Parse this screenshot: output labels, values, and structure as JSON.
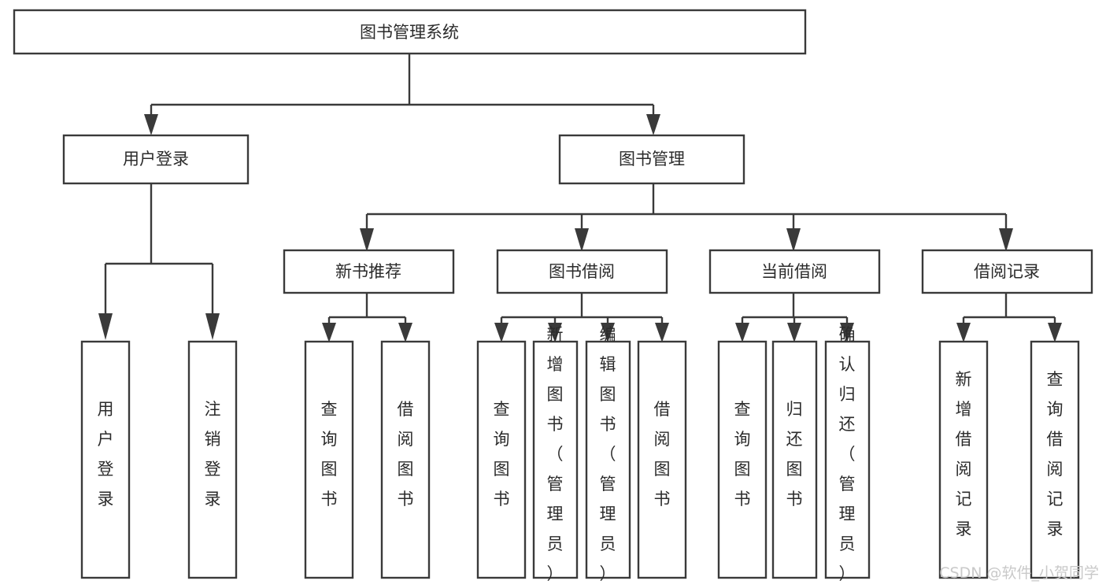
{
  "diagram": {
    "title": "图书管理系统",
    "type": "tree",
    "orientation": "top-down",
    "root": {
      "id": "root",
      "label": "图书管理系统",
      "text_direction": "horizontal"
    },
    "level2": [
      {
        "id": "user-login",
        "label": "用户登录",
        "text_direction": "horizontal",
        "children": [
          {
            "id": "user-login-do",
            "label": "用户登录",
            "text_direction": "vertical"
          },
          {
            "id": "user-logout",
            "label": "注销登录",
            "text_direction": "vertical"
          }
        ]
      },
      {
        "id": "book-management",
        "label": "图书管理",
        "text_direction": "horizontal",
        "children": [
          {
            "id": "new-book-recommend",
            "label": "新书推荐",
            "text_direction": "horizontal",
            "children": [
              {
                "id": "query-book-1",
                "label": "查询图书",
                "text_direction": "vertical"
              },
              {
                "id": "borrow-book-1",
                "label": "借阅图书",
                "text_direction": "vertical"
              }
            ]
          },
          {
            "id": "book-borrow",
            "label": "图书借阅",
            "text_direction": "horizontal",
            "children": [
              {
                "id": "query-book-2",
                "label": "查询图书",
                "text_direction": "vertical"
              },
              {
                "id": "add-book",
                "label": "新增图书（管理员）",
                "text_direction": "vertical"
              },
              {
                "id": "edit-book",
                "label": "编辑图书（管理员）",
                "text_direction": "vertical"
              },
              {
                "id": "borrow-book-2",
                "label": "借阅图书",
                "text_direction": "vertical"
              }
            ]
          },
          {
            "id": "current-borrow",
            "label": "当前借阅",
            "text_direction": "horizontal",
            "children": [
              {
                "id": "query-book-3",
                "label": "查询图书",
                "text_direction": "vertical"
              },
              {
                "id": "return-book",
                "label": "归还图书",
                "text_direction": "vertical"
              },
              {
                "id": "confirm-return",
                "label": "确认归还（管理员）",
                "text_direction": "vertical"
              }
            ]
          },
          {
            "id": "borrow-record",
            "label": "借阅记录",
            "text_direction": "horizontal",
            "children": [
              {
                "id": "add-record",
                "label": "新增借阅记录",
                "text_direction": "vertical"
              },
              {
                "id": "query-record",
                "label": "查询借阅记录",
                "text_direction": "vertical"
              }
            ]
          }
        ]
      }
    ]
  },
  "labels": {
    "root": "图书管理系统",
    "user_login": "用户登录",
    "book_management": "图书管理",
    "new_book_recommend": "新书推荐",
    "book_borrow": "图书借阅",
    "current_borrow": "当前借阅",
    "borrow_record": "借阅记录",
    "leaf_user_login": "用户登录",
    "leaf_user_logout": "注销登录",
    "leaf_query_book_1": "查询图书",
    "leaf_borrow_book_1": "借阅图书",
    "leaf_query_book_2": "查询图书",
    "leaf_add_book": "新增图书（管理员）",
    "leaf_edit_book": "编辑图书（管理员）",
    "leaf_borrow_book_2": "借阅图书",
    "leaf_query_book_3": "查询图书",
    "leaf_return_book": "归还图书",
    "leaf_confirm_return": "确认归还（管理员）",
    "leaf_add_record": "新增借阅记录",
    "leaf_query_record": "查询借阅记录"
  },
  "watermark": {
    "text": "CSDN @软件_小贺同学"
  },
  "colors": {
    "background": "#ffffff",
    "box_fill": "#ffffff",
    "box_stroke": "#3a3a3a",
    "text": "#2b2b2b",
    "watermark": "#c9c9c9"
  }
}
